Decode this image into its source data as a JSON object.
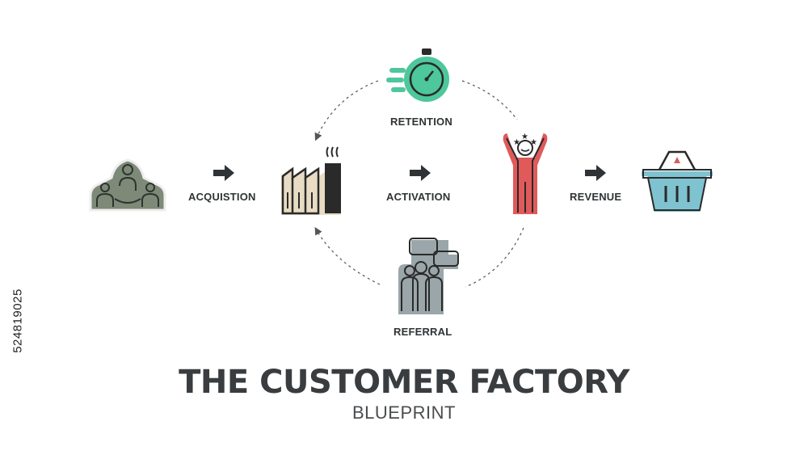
{
  "steps": {
    "acquisition": {
      "label": "ACQUISTION",
      "icon": "people-group-icon",
      "color": "#7d8a78"
    },
    "activation": {
      "label": "ACTIVATION",
      "icon": "factory-icon",
      "color": "#e9dcc4"
    },
    "retention": {
      "label": "RETENTION",
      "icon": "stopwatch-icon",
      "color": "#4dc79c"
    },
    "referral": {
      "label": "REFERRAL",
      "icon": "chatting-people-icon",
      "color": "#9aa6a9"
    },
    "revenue": {
      "label": "REVENUE",
      "icon": "shopping-basket-icon",
      "color": "#7fc3d0"
    },
    "happy": {
      "icon": "happy-person-stars-icon",
      "color": "#e05a5a"
    }
  },
  "title": "THE CUSTOMER FACTORY",
  "subtitle": "BLUEPRINT",
  "stock_id": "524819025"
}
